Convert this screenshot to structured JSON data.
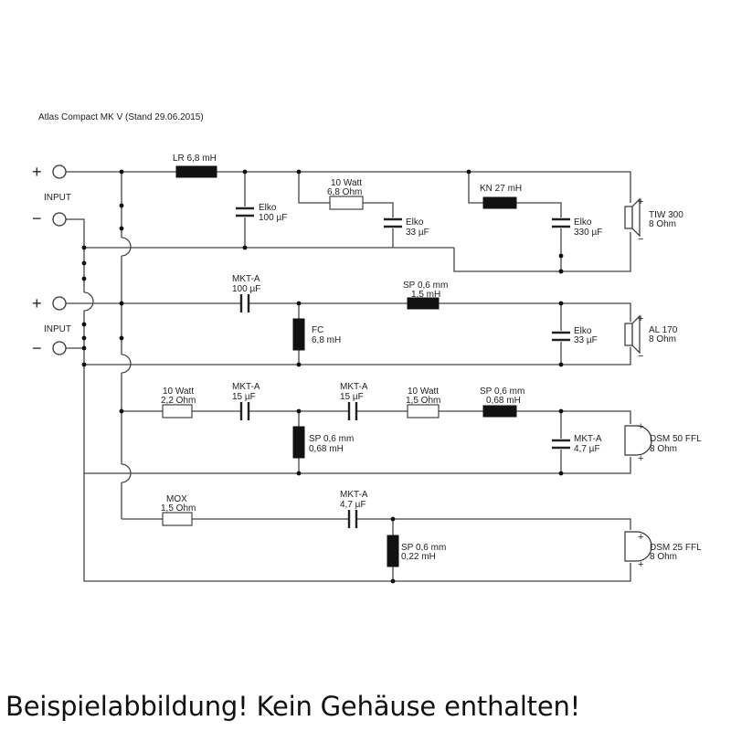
{
  "title": "Atlas Compact MK V (Stand 29.06.2015)",
  "caption": "Beispielabbildung! Kein Gehäuse enthalten!",
  "inputs": [
    {
      "label": "INPUT",
      "plus": "+",
      "minus": "−"
    },
    {
      "label": "INPUT",
      "plus": "+",
      "minus": "−"
    }
  ],
  "speakers": [
    {
      "name": "TIW 300",
      "impedance": "8 Ohm",
      "plus": "+",
      "minus": "−"
    },
    {
      "name": "AL 170",
      "impedance": "8 Ohm",
      "plus": "+",
      "minus": "−"
    },
    {
      "name": "DSM 50 FFL",
      "impedance": "8 Ohm",
      "plus": "+",
      "minus": "+"
    },
    {
      "name": "DSM 25 FFL",
      "impedance": "8 Ohm",
      "plus": "+",
      "minus": "+"
    }
  ],
  "components": {
    "lr": {
      "label": "LR 6,8 mH"
    },
    "elko100": {
      "type": "Elko",
      "value": "100 µF"
    },
    "r68": {
      "power": "10 Watt",
      "value": "6,8 Ohm"
    },
    "elko33a": {
      "type": "Elko",
      "value": "33 µF"
    },
    "kn27": {
      "label": "KN 27 mH"
    },
    "elko330": {
      "type": "Elko",
      "value": "330 µF"
    },
    "mkta100": {
      "type": "MKT-A",
      "value": "100 µF"
    },
    "sp15": {
      "type": "SP 0,6 mm",
      "value": "1,5 mH"
    },
    "fc68": {
      "type": "FC",
      "value": "6,8 mH"
    },
    "elko33b": {
      "type": "Elko",
      "value": "33 µF"
    },
    "r22": {
      "power": "10 Watt",
      "value": "2,2 Ohm"
    },
    "mkta15a": {
      "type": "MKT-A",
      "value": "15 µF"
    },
    "mkta15b": {
      "type": "MKT-A",
      "value": "15 µF"
    },
    "r15": {
      "power": "10 Watt",
      "value": "1,5 Ohm"
    },
    "sp068a": {
      "type": "SP 0,6 mm",
      "value": "0,68 mH"
    },
    "sp068b": {
      "type": "SP 0,6 mm",
      "value": "0,68 mH"
    },
    "mkta47a": {
      "type": "MKT-A",
      "value": "4,7 µF"
    },
    "mox15": {
      "type": "MOX",
      "value": "1,5 Ohm"
    },
    "mkta47b": {
      "type": "MKT-A",
      "value": "4,7 µF"
    },
    "sp022": {
      "type": "SP 0,6 mm",
      "value": "0,22 mH"
    }
  }
}
